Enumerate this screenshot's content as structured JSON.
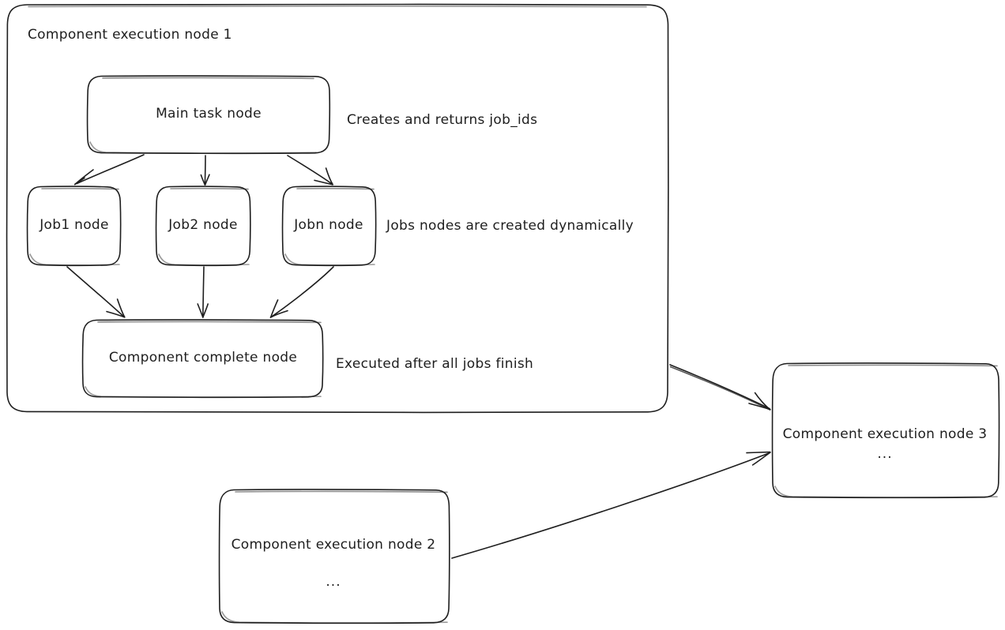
{
  "diagram": {
    "title_text": "Component execution node 1",
    "style": {
      "stroke_color": "#1e1e1e",
      "text_color": "#1e1e1e",
      "background": "#ffffff",
      "fill": "transparent"
    },
    "containers": [
      {
        "id": "component-execution-node-1",
        "label": "Component execution node 1"
      }
    ],
    "nodes": [
      {
        "id": "main-task-node",
        "label": "Main task node"
      },
      {
        "id": "job1-node",
        "label": "Job1 node"
      },
      {
        "id": "job2-node",
        "label": "Job2 node"
      },
      {
        "id": "jobn-node",
        "label": "Jobn node"
      },
      {
        "id": "component-complete-node",
        "label": "Component complete node"
      },
      {
        "id": "component-execution-node-2",
        "label": "Component execution node 2",
        "sub": "..."
      },
      {
        "id": "component-execution-node-3",
        "label": "Component execution node 3",
        "sub": "..."
      }
    ],
    "annotations": [
      {
        "id": "creates-and-returns-job-ids",
        "text": "Creates and returns job_ids"
      },
      {
        "id": "jobs-nodes-created-dynamically",
        "text": "Jobs nodes are created dynamically"
      },
      {
        "id": "executed-after-all-jobs-finish",
        "text": "Executed after all jobs finish"
      }
    ],
    "edges": [
      {
        "id": "main-task-to-job1",
        "from": "main-task-node",
        "to": "job1-node"
      },
      {
        "id": "main-task-to-job2",
        "from": "main-task-node",
        "to": "job2-node"
      },
      {
        "id": "main-task-to-jobn",
        "from": "main-task-node",
        "to": "jobn-node"
      },
      {
        "id": "job1-to-complete",
        "from": "job1-node",
        "to": "component-complete-node"
      },
      {
        "id": "job2-to-complete",
        "from": "job2-node",
        "to": "component-complete-node"
      },
      {
        "id": "jobn-to-complete",
        "from": "jobn-node",
        "to": "component-complete-node"
      },
      {
        "id": "node1-to-node3",
        "from": "component-execution-node-1",
        "to": "component-execution-node-3"
      },
      {
        "id": "node2-to-node3",
        "from": "component-execution-node-2",
        "to": "component-execution-node-3"
      }
    ]
  }
}
